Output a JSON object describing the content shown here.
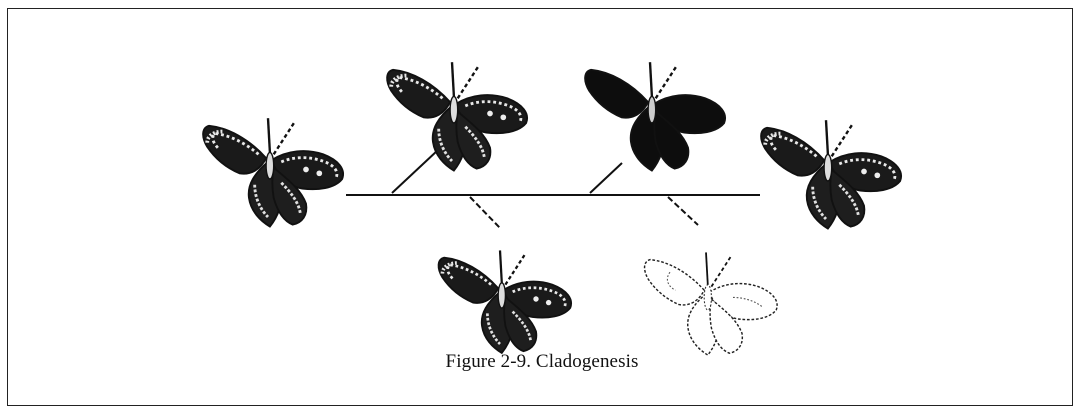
{
  "figure": {
    "caption": "Figure 2-9. Cladogenesis"
  },
  "butterflies": [
    {
      "id": "ancestor",
      "pattern": "dark-banded"
    },
    {
      "id": "upper-left",
      "pattern": "dark-banded"
    },
    {
      "id": "upper-middle",
      "pattern": "solid-black"
    },
    {
      "id": "right-end",
      "pattern": "dark-banded"
    },
    {
      "id": "lower-left",
      "pattern": "dark-banded"
    },
    {
      "id": "lower-right",
      "pattern": "pale-outline"
    }
  ],
  "colors": {
    "ink": "#111111",
    "paper": "#ffffff"
  }
}
